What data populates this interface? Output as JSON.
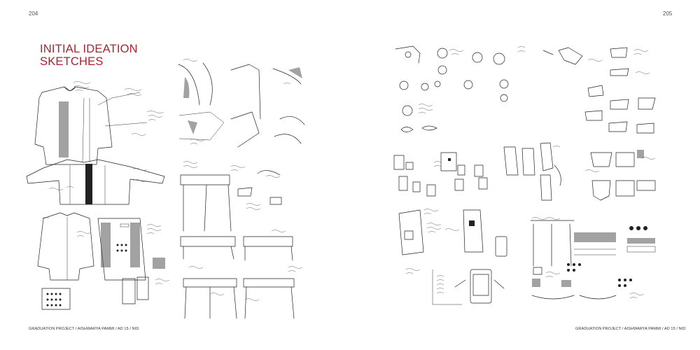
{
  "page": {
    "left_number": "204",
    "right_number": "205",
    "title_line1": "INITIAL IDEATION",
    "title_line2": "SKETCHES",
    "footer_left": "GRADUATION PROJECT / AISHWARYA PAMMI / AD 15 / NID",
    "footer_right": "GRADUATION PROJECT / AISHWARYA PAMMI / AD 15 / NID"
  },
  "colors": {
    "title": "#a8232f",
    "ink": "#222222"
  }
}
